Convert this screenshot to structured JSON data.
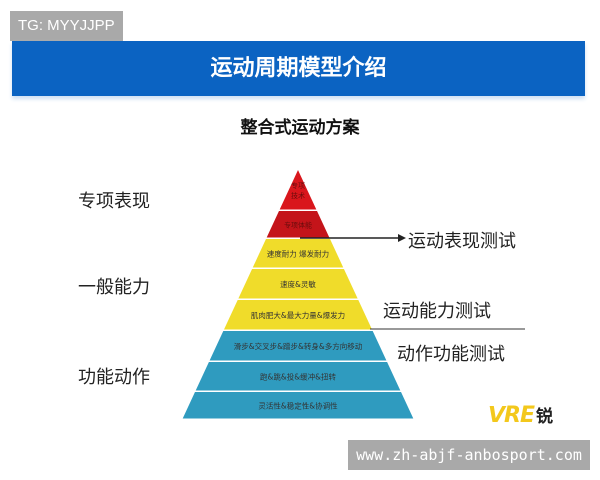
{
  "watermark_top": "TG: MYYJJPP",
  "banner_title": "运动周期模型介绍",
  "subtitle": "整合式运动方案",
  "left_labels": [
    "专项表现",
    "一般能力",
    "功能动作"
  ],
  "right_labels": [
    "运动表现测试",
    "运动能力测试",
    "动作功能测试"
  ],
  "pyramid_layers": [
    {
      "text": "专项\n技术",
      "color": "#d9161c"
    },
    {
      "text": "专项体能",
      "color": "#c4141a"
    },
    {
      "text": "速度耐力 爆发耐力",
      "color": "#f0dc2a"
    },
    {
      "text": "速度&灵敏",
      "color": "#f0dc2a"
    },
    {
      "text": "肌肉肥大&最大力量&爆发力",
      "color": "#f0dc2a"
    },
    {
      "text": "滑步&交叉步&蹭步&转身&多方向移动",
      "color": "#2f9bbf"
    },
    {
      "text": "跑&跳&投&缓冲&扭转",
      "color": "#2f9bbf"
    },
    {
      "text": "灵活性&稳定性&协调性",
      "color": "#2f9bbf"
    }
  ],
  "logo": {
    "mark": "ᐯRE",
    "text": "锐"
  },
  "watermark_bottom": "www.zh-abjf-anbosport.com"
}
